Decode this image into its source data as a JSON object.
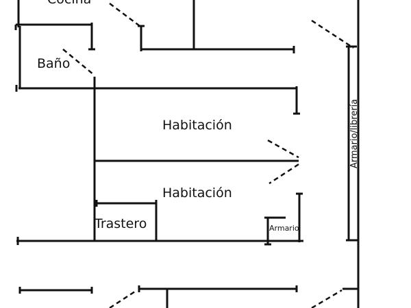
{
  "rooms": {
    "cocina": "Cocina",
    "bano": "Baño",
    "habitacion_1": "Habitación",
    "habitacion_2": "Habitación",
    "trastero": "Trastero",
    "armario": "Armario",
    "armario_libreria": "Armario/librería"
  },
  "colors": {
    "wall": "#111111",
    "background": "#ffffff"
  }
}
